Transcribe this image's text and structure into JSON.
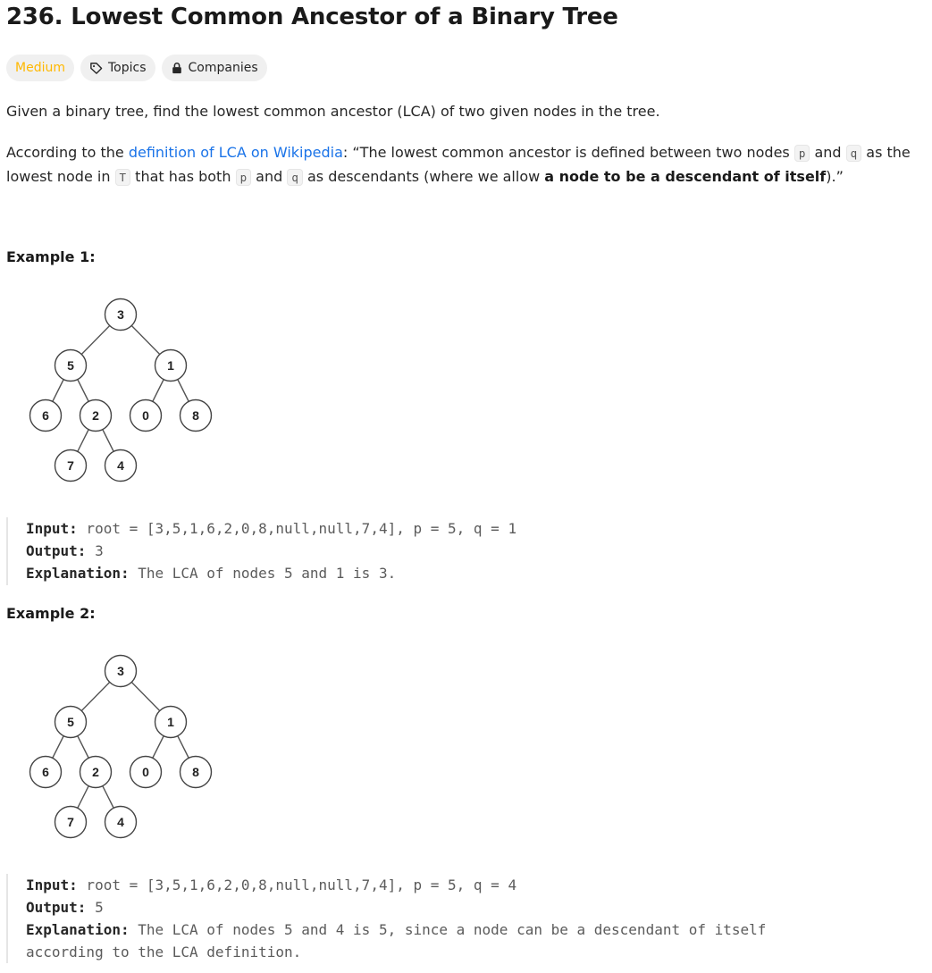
{
  "problem": {
    "title": "236. Lowest Common Ancestor of a Binary Tree",
    "tags": {
      "difficulty": "Medium",
      "topics": "Topics",
      "companies": "Companies",
      "difficulty_color": "#ffb800"
    },
    "desc": {
      "p1": "Given a binary tree, find the lowest common ancestor (LCA) of two given nodes in the tree.",
      "p2_a": "According to the ",
      "p2_link": "definition of LCA on Wikipedia",
      "p2_b": ": “The lowest common ancestor is defined between two nodes ",
      "code_p": "p",
      "p2_c": " and ",
      "code_q": "q",
      "p2_d": " as the lowest node in ",
      "code_T": "T",
      "p2_e": " that has both ",
      "p2_f": " and ",
      "p2_g": " as descendants (where we allow ",
      "p2_bold": "a node to be a descendant of itself",
      "p2_h": ").”",
      "link_color": "#1a73e8"
    }
  },
  "examples": [
    {
      "title": "Example 1:",
      "tree_labels": [
        "3",
        "5",
        "1",
        "6",
        "2",
        "0",
        "8",
        "7",
        "4"
      ],
      "input_label": "Input:",
      "input_value": " root = [3,5,1,6,2,0,8,null,null,7,4], p = 5, q = 1",
      "output_label": "Output:",
      "output_value": " 3",
      "explanation_label": "Explanation:",
      "explanation_value": " The LCA of nodes 5 and 1 is 3."
    },
    {
      "title": "Example 2:",
      "tree_labels": [
        "3",
        "5",
        "1",
        "6",
        "2",
        "0",
        "8",
        "7",
        "4"
      ],
      "input_label": "Input:",
      "input_value": " root = [3,5,1,6,2,0,8,null,null,7,4], p = 5, q = 4",
      "output_label": "Output:",
      "output_value": " 5",
      "explanation_label": "Explanation:",
      "explanation_value": " The LCA of nodes 5 and 4 is 5, since a node can be a descendant of itself",
      "explanation_value_2": "according to the LCA definition."
    }
  ]
}
